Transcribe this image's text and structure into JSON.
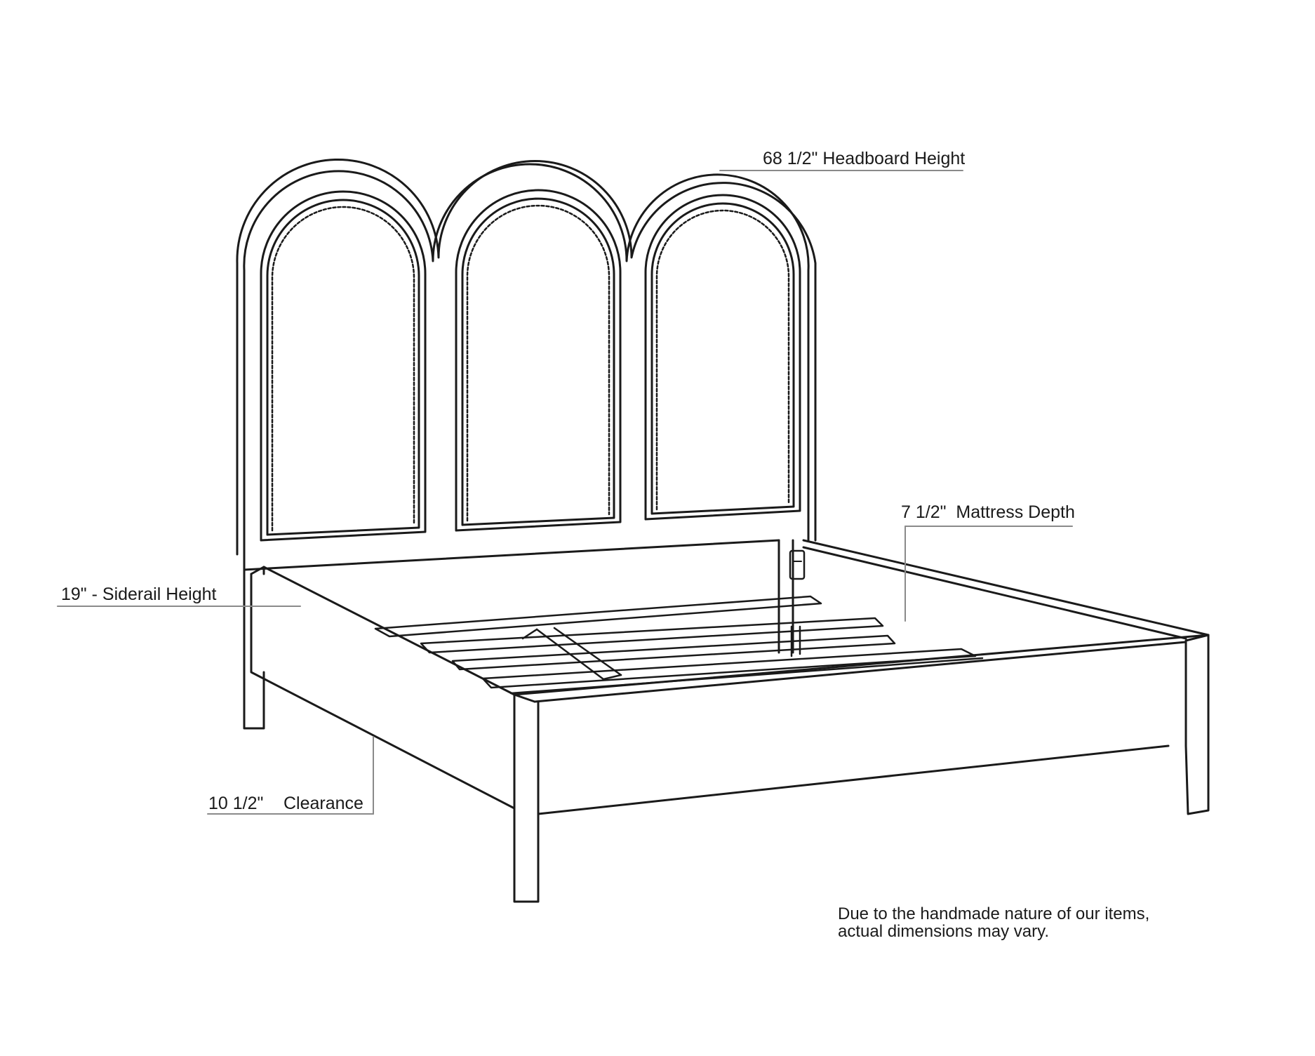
{
  "annotations": {
    "headboard_height": "68 1/2\" Headboard Height",
    "mattress_depth": "7 1/2\"  Mattress Depth",
    "siderail_height": "19\" - Siderail Height",
    "clearance_value": "10 1/2\"",
    "clearance_label": "Clearance"
  },
  "disclaimer": {
    "line1": "Due to the handmade nature of our items,",
    "line2": "actual dimensions may vary."
  },
  "colors": {
    "ink": "#1a1a1a",
    "leader": "#8a8a8a",
    "background": "#ffffff"
  }
}
